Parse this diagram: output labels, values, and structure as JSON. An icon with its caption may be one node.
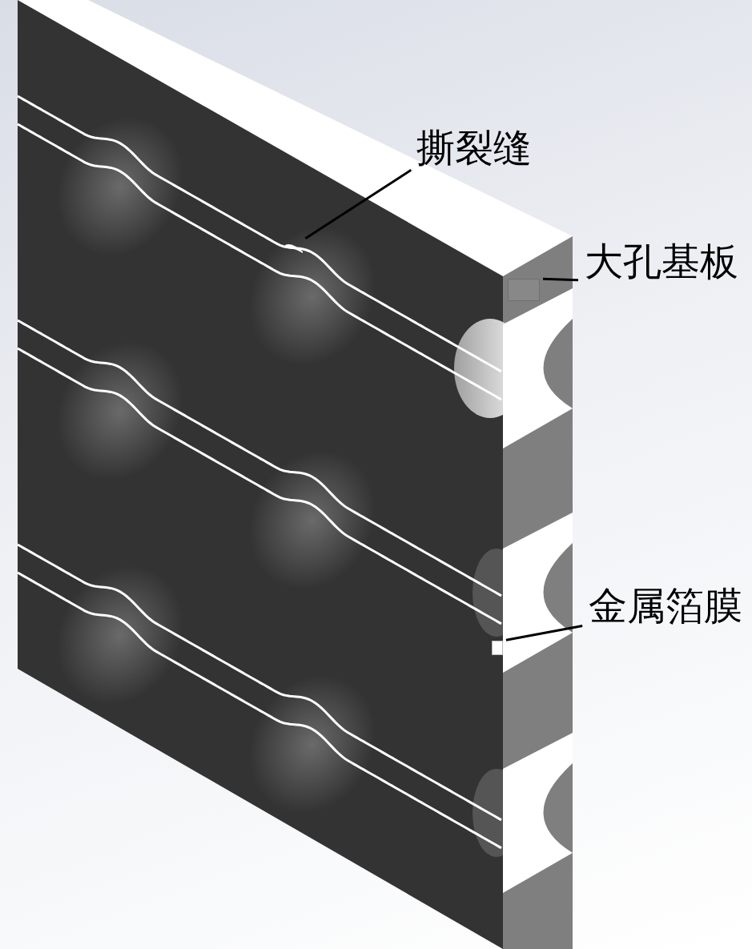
{
  "diagram": {
    "nodes": [
      {
        "text": [
          "撕裂缝"
        ]
      },
      {
        "text": [
          "大孔基板"
        ]
      },
      {
        "text": [
          "金属箔膜"
        ]
      },
      {
        "text": [],
        "shape": "picture"
      },
      {
        "text": [],
        "shape": "box"
      },
      {
        "text": [],
        "shape": "box"
      }
    ],
    "edges": [
      {
        "from": 0,
        "to": 3,
        "arrow": "none"
      },
      {
        "from": 1,
        "to": 4,
        "arrow": "none"
      },
      {
        "from": 2,
        "to": 5,
        "arrow": "none"
      }
    ]
  }
}
